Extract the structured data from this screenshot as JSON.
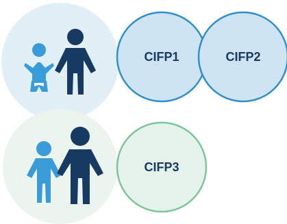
{
  "row1": {
    "background_color": "#e1f0f7",
    "circles": [
      {
        "label": "CIFP1",
        "fill": "#cfe4f3",
        "stroke": "#2f8fcb"
      },
      {
        "label": "CIFP2",
        "fill": "#cfe4f3",
        "stroke": "#2f8fcb"
      }
    ],
    "icons": [
      "baby-icon",
      "adult-icon"
    ]
  },
  "row2": {
    "background_color": "#ecf4ef",
    "circles": [
      {
        "label": "CIFP3",
        "fill": "#e6f3ec",
        "stroke": "#7cc69a"
      }
    ],
    "icons": [
      "child-icon",
      "adult-icon"
    ]
  },
  "colors": {
    "light_blue_figure": "#3a9bd9",
    "dark_blue_figure": "#173a63"
  }
}
